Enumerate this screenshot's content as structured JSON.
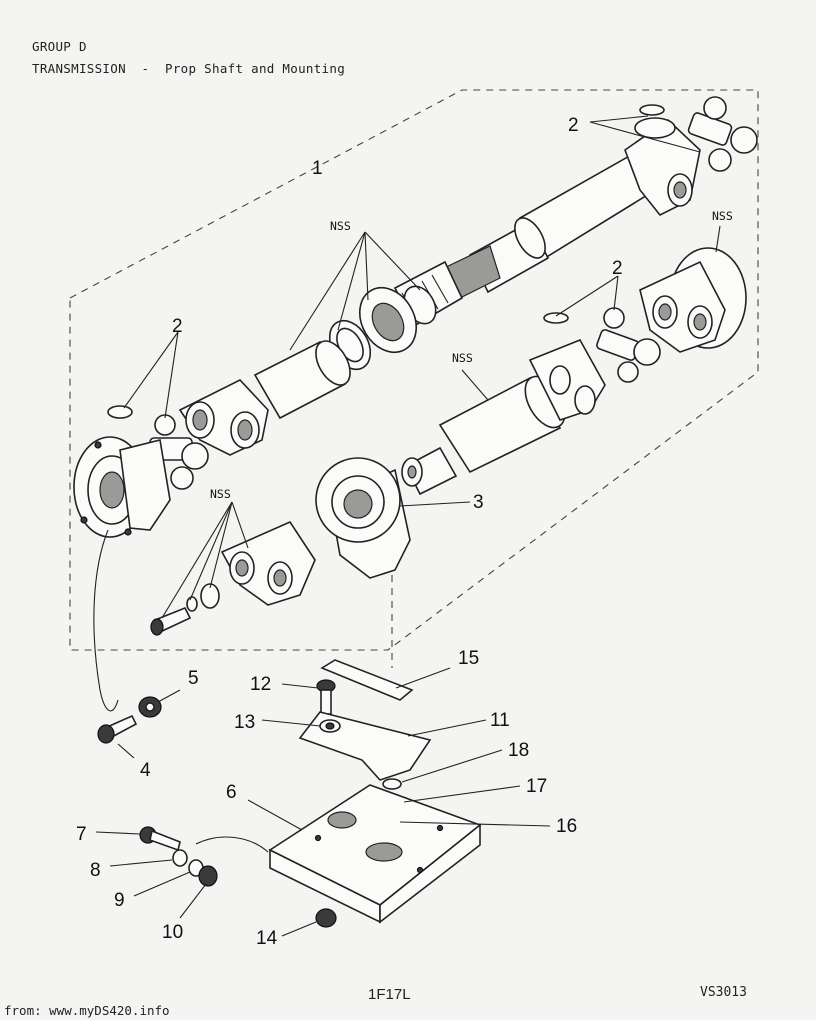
{
  "header": {
    "group": "GROUP D",
    "section": "TRANSMISSION  -  Prop Shaft and Mounting"
  },
  "callouts": {
    "c1": "1",
    "c2a": "2",
    "c2b": "2",
    "c2c": "2",
    "c3": "3",
    "c4": "4",
    "c5": "5",
    "c6": "6",
    "c7": "7",
    "c8": "8",
    "c9": "9",
    "c10": "10",
    "c11": "11",
    "c12": "12",
    "c13": "13",
    "c14": "14",
    "c15": "15",
    "c16": "16",
    "c17": "17",
    "c18": "18"
  },
  "nss_labels": {
    "n1": "NSS",
    "n2": "NSS",
    "n3": "NSS",
    "n4": "NSS"
  },
  "footer": {
    "source": "from: www.myDS420.info",
    "drawing_code": "1F17L",
    "reference": "VS3013"
  }
}
